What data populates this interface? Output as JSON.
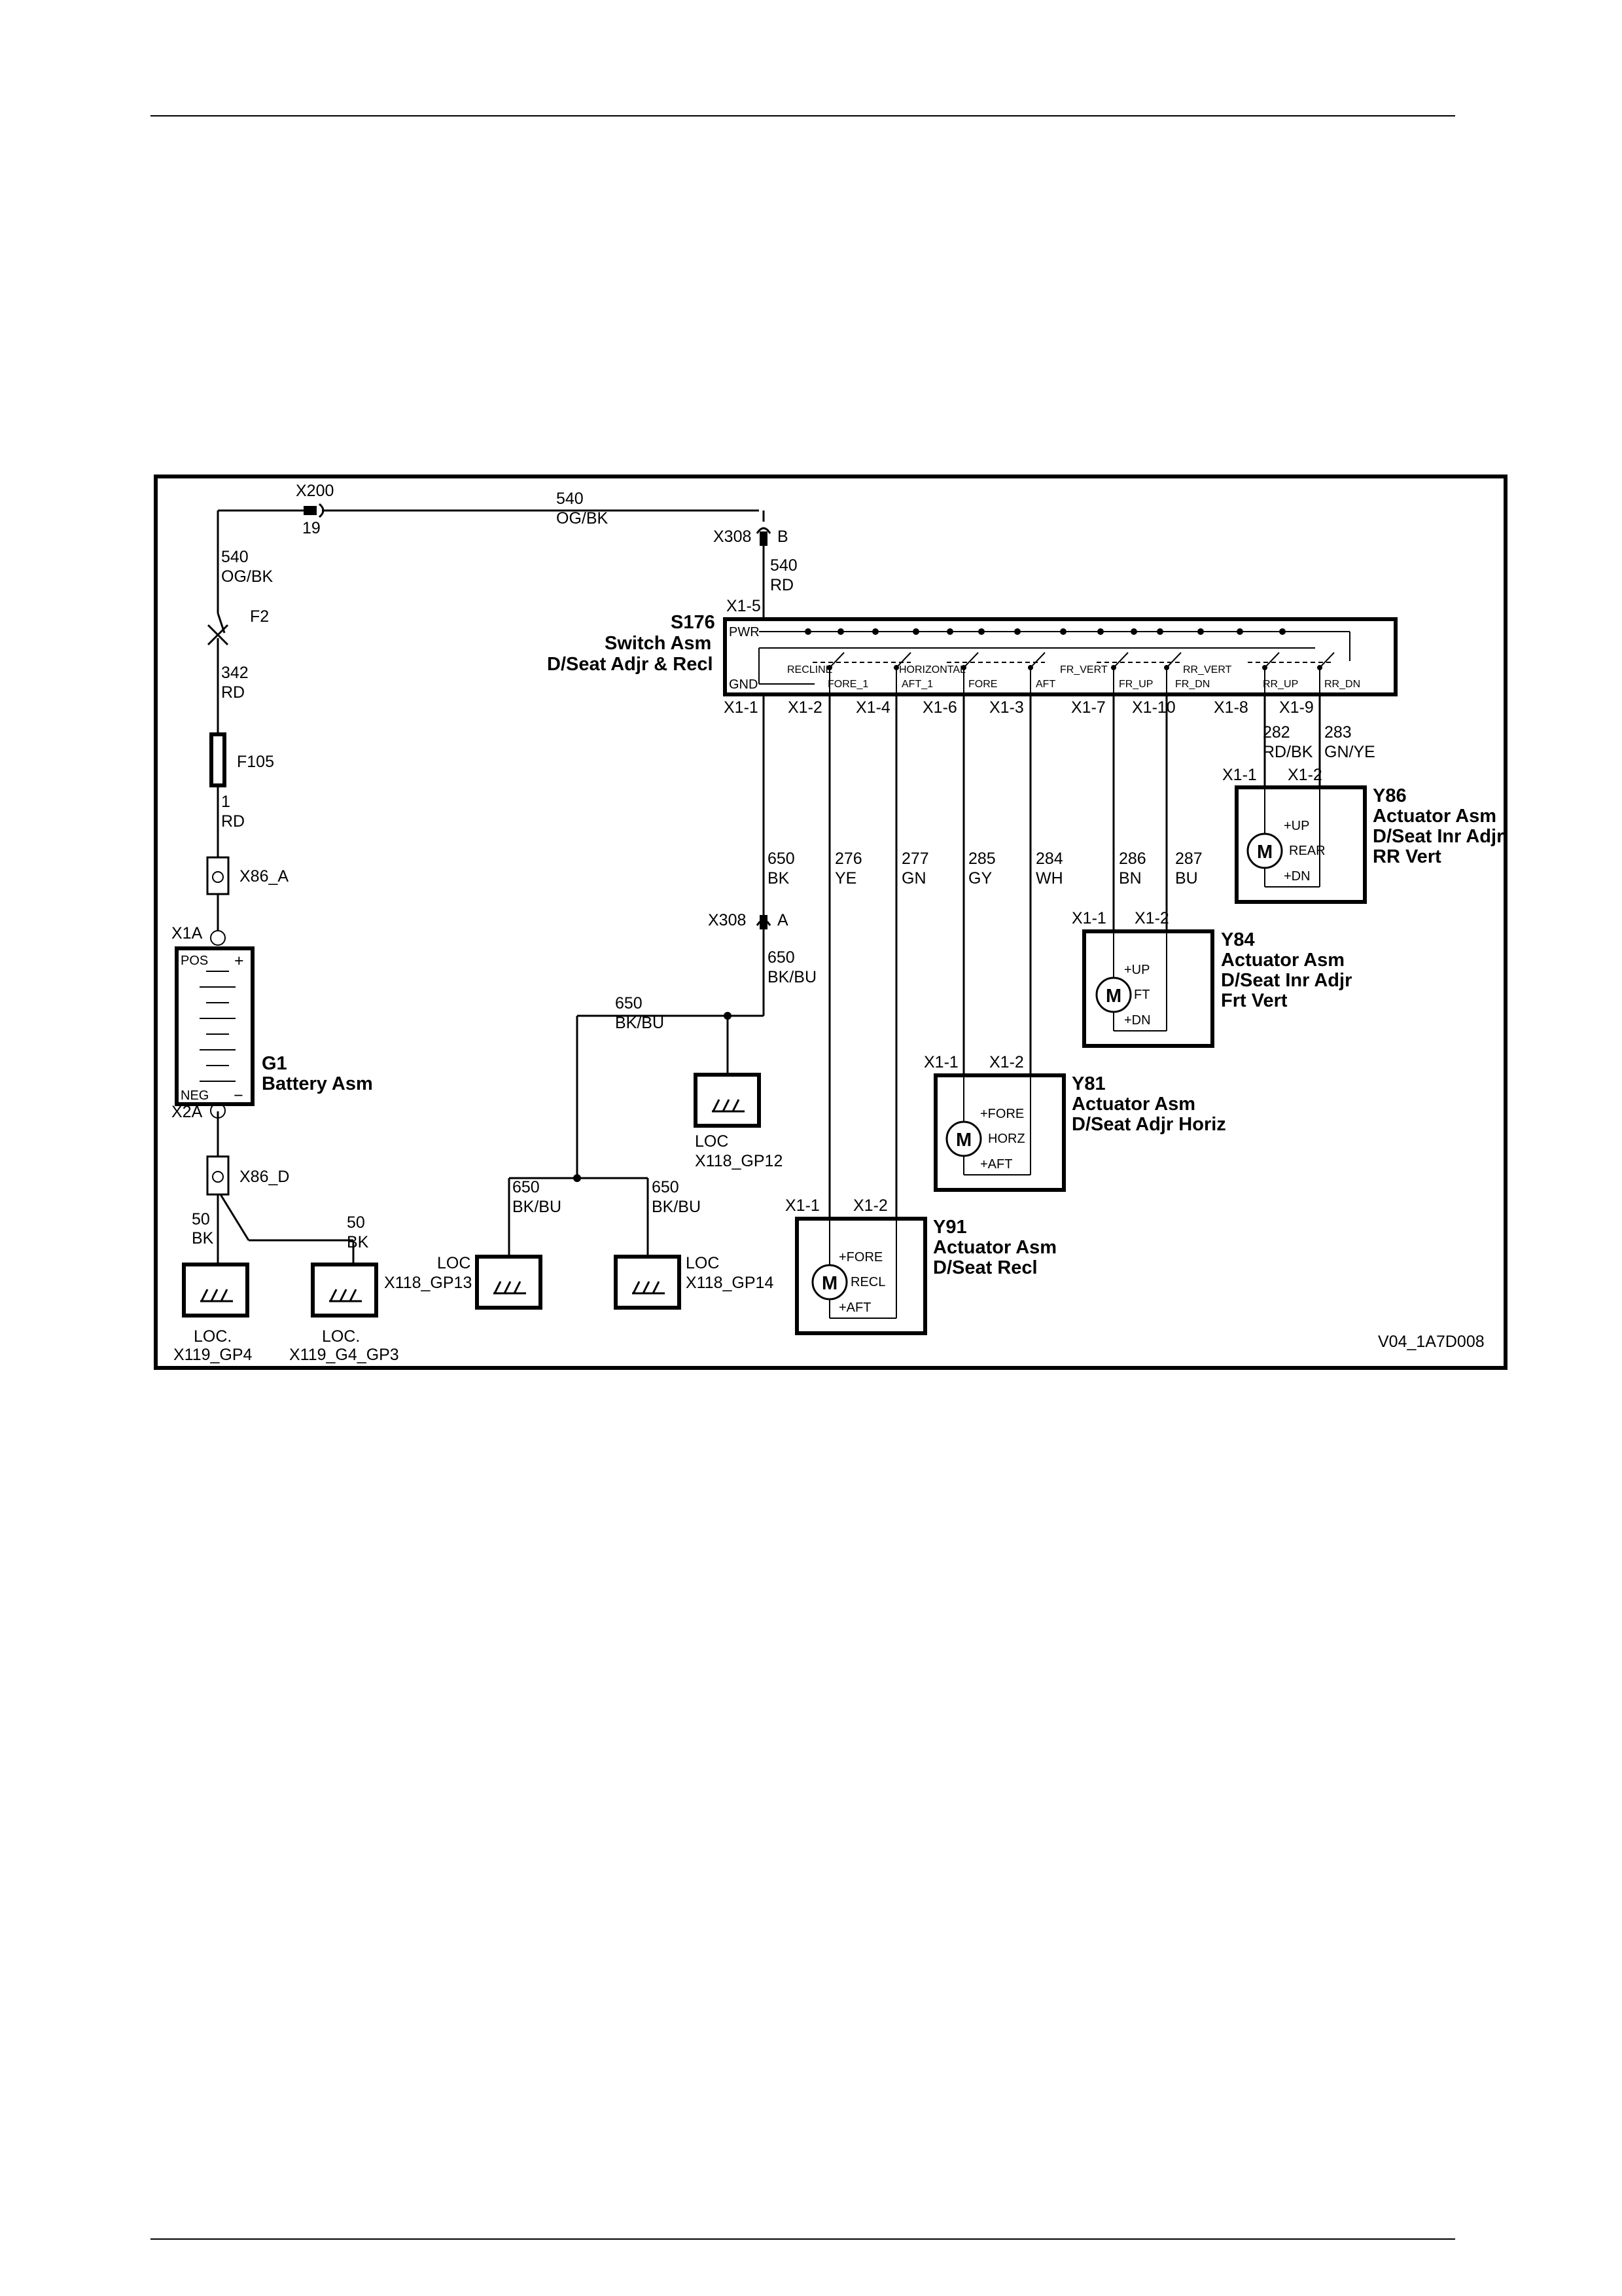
{
  "diagram_id": "V04_1A7D008",
  "connectors": {
    "x200": "X200",
    "x200_pin": "19",
    "x308_b": "X308",
    "x308_b_pin": "B",
    "x308_a": "X308",
    "x308_a_pin": "A",
    "x1_5": "X1-5",
    "bottom_pins": [
      "X1-1",
      "X1-2",
      "X1-4",
      "X1-6",
      "X1-3",
      "X1-7",
      "X1-10",
      "X1-8",
      "X1-9"
    ],
    "x1_1": "X1-1",
    "x1_2": "X1-2",
    "x1a": "X1A",
    "x2a": "X2A",
    "x86_a": "X86_A",
    "x86_d": "X86_D"
  },
  "wires": [
    {
      "num": "540",
      "color": "OG/BK"
    },
    {
      "num": "540",
      "color": "OG/BK"
    },
    {
      "num": "342",
      "color": "RD"
    },
    {
      "num": "1",
      "color": "RD"
    },
    {
      "num": "540",
      "color": "RD"
    },
    {
      "num": "650",
      "color": "BK"
    },
    {
      "num": "650",
      "color": "BK/BU"
    },
    {
      "num": "650",
      "color": "BK/BU"
    },
    {
      "num": "650",
      "color": "BK/BU"
    },
    {
      "num": "650",
      "color": "BK/BU"
    },
    {
      "num": "276",
      "color": "YE"
    },
    {
      "num": "277",
      "color": "GN"
    },
    {
      "num": "285",
      "color": "GY"
    },
    {
      "num": "284",
      "color": "WH"
    },
    {
      "num": "286",
      "color": "BN"
    },
    {
      "num": "287",
      "color": "BU"
    },
    {
      "num": "282",
      "color": "RD/BK"
    },
    {
      "num": "283",
      "color": "GN/YE"
    },
    {
      "num": "50",
      "color": "BK"
    },
    {
      "num": "50",
      "color": "BK"
    }
  ],
  "fuses": {
    "f2": "F2",
    "f105": "F105"
  },
  "switch": {
    "id": "S176",
    "name": "Switch Asm",
    "desc": "D/Seat Adjr & Recl",
    "pwr": "PWR",
    "gnd": "GND",
    "labels": [
      "RECLINE",
      "FORE_1",
      "AFT_1",
      "HORIZONTAL",
      "FORE",
      "AFT",
      "FR_VERT",
      "FR_UP",
      "FR_DN",
      "RR_VERT",
      "RR_UP",
      "RR_DN"
    ]
  },
  "battery": {
    "id": "G1",
    "name": "Battery Asm",
    "pos": "POS",
    "neg": "NEG",
    "plus": "+",
    "minus": "−"
  },
  "actuators": [
    {
      "id": "Y86",
      "name": "Actuator Asm",
      "desc1": "D/Seat Inr Adjr",
      "desc2": "RR Vert",
      "m": "M",
      "a": "+UP",
      "mid": "REAR",
      "b": "+DN"
    },
    {
      "id": "Y84",
      "name": "Actuator Asm",
      "desc1": "D/Seat Inr Adjr",
      "desc2": "Frt Vert",
      "m": "M",
      "a": "+UP",
      "mid": "FT",
      "b": "+DN"
    },
    {
      "id": "Y81",
      "name": "Actuator Asm",
      "desc1": "D/Seat Adjr Horiz",
      "desc2": "",
      "m": "M",
      "a": "+FORE",
      "mid": "HORZ",
      "b": "+AFT"
    },
    {
      "id": "Y91",
      "name": "Actuator Asm",
      "desc1": "D/Seat Recl",
      "desc2": "",
      "m": "M",
      "a": "+FORE",
      "mid": "RECL",
      "b": "+AFT"
    }
  ],
  "grounds": [
    {
      "loc": "LOC",
      "id": "X118_GP12"
    },
    {
      "loc": "LOC",
      "id": "X118_GP13"
    },
    {
      "loc": "LOC",
      "id": "X118_GP14"
    },
    {
      "loc": "LOC.",
      "id": "X119_GP4"
    },
    {
      "loc": "LOC.",
      "id": "X119_G4_GP3"
    }
  ]
}
